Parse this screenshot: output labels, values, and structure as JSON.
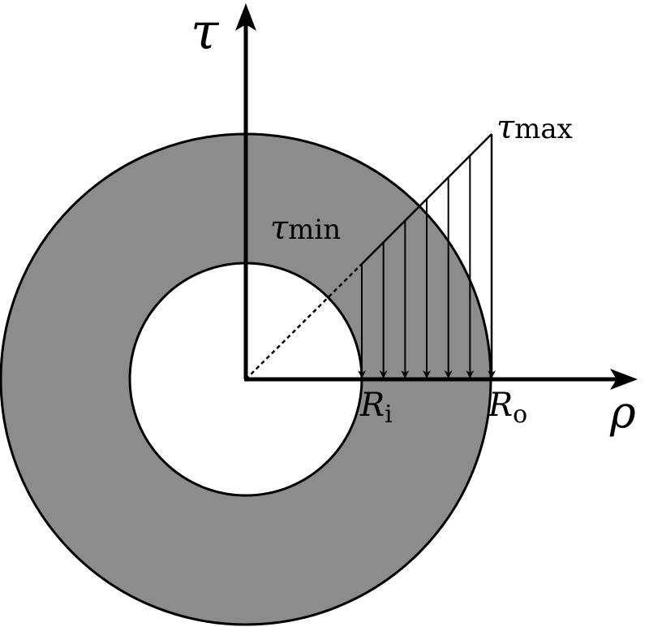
{
  "diagram": {
    "labels": {
      "tau_axis": "τ",
      "rho_axis": "ρ",
      "tau_max_symbol": "τ",
      "tau_max_subscript": "max",
      "tau_min_symbol": "τ",
      "tau_min_subscript": "min",
      "r_inner_symbol": "R",
      "r_inner_subscript": "i",
      "r_outer_symbol": "R",
      "r_outer_subscript": "o"
    },
    "colors": {
      "annulus_fill": "#8c8c8c",
      "hole_fill": "#ffffff",
      "stroke": "#000000"
    },
    "shear_arrow_count": 7
  }
}
